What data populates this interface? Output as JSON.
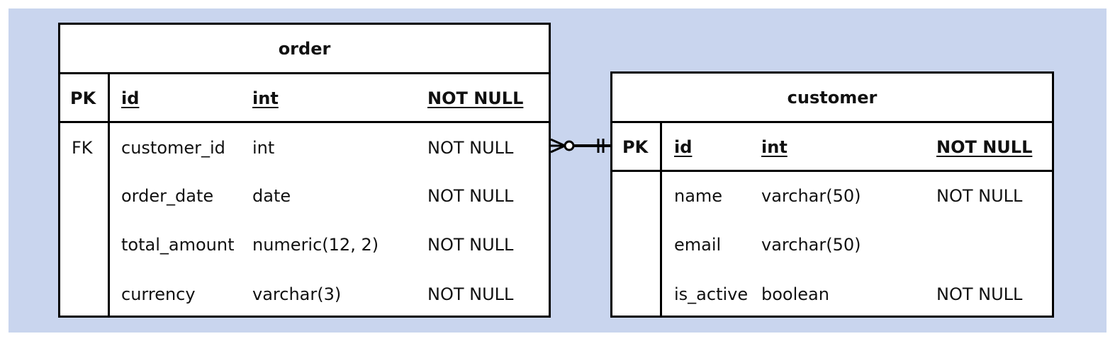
{
  "colors": {
    "background": "#c9d5ee",
    "entity_fill": "#ffffff",
    "line": "#000000"
  },
  "tables": {
    "order": {
      "name": "order",
      "pk": {
        "key": "PK",
        "column": "id",
        "type": "int",
        "constraint": "NOT NULL"
      },
      "rows": [
        {
          "key": "FK",
          "column": "customer_id",
          "type": "int",
          "constraint": "NOT NULL"
        },
        {
          "key": "",
          "column": "order_date",
          "type": "date",
          "constraint": "NOT NULL"
        },
        {
          "key": "",
          "column": "total_amount",
          "type": "numeric(12, 2)",
          "constraint": "NOT NULL"
        },
        {
          "key": "",
          "column": "currency",
          "type": "varchar(3)",
          "constraint": "NOT NULL"
        }
      ]
    },
    "customer": {
      "name": "customer",
      "pk": {
        "key": "PK",
        "column": "id",
        "type": "int",
        "constraint": "NOT NULL"
      },
      "rows": [
        {
          "key": "",
          "column": "name",
          "type": "varchar(50)",
          "constraint": "NOT NULL"
        },
        {
          "key": "",
          "column": "email",
          "type": "varchar(50)",
          "constraint": ""
        },
        {
          "key": "",
          "column": "is_active",
          "type": "boolean",
          "constraint": "NOT NULL"
        }
      ]
    }
  },
  "relationship": {
    "from": "order.customer_id",
    "to": "customer.id",
    "from_cardinality": "zero-or-many",
    "to_cardinality": "exactly-one"
  }
}
